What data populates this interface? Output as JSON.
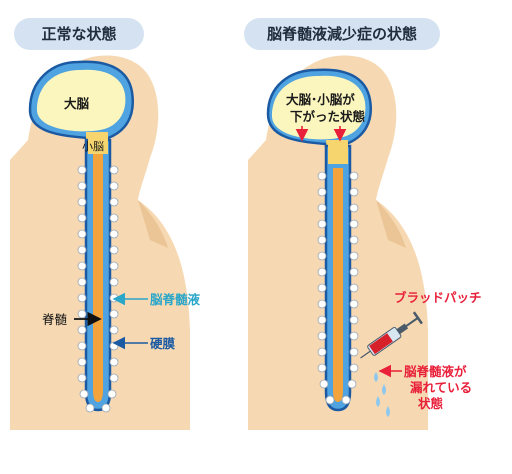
{
  "titles": {
    "left": "正常な状態",
    "right": "脳脊髄液減少症の状態"
  },
  "labels": {
    "cerebrum": "大脳",
    "cerebellum": "小脳",
    "spinal_cord": "脊髄",
    "csf": "脳脊髄液",
    "dura": "硬膜",
    "brain_sagged_line1": "大脳･小脳が",
    "brain_sagged_line2": "下がった状態",
    "blood_patch": "ブラッドパッチ",
    "csf_leak_line1": "脳脊髄液が",
    "csf_leak_line2": "漏れている",
    "csf_leak_line3": "状態"
  },
  "colors": {
    "skin": "#f6d9b3",
    "skin_shadow": "#ecc596",
    "brain_fill": "#fbf6be",
    "csf_blue": "#4ea3e0",
    "dura_outline": "#1b5aa3",
    "spinal_orange": "#f2a33c",
    "cerebellum_yellow": "#f6d56e",
    "title_bg": "#d5e2f1",
    "csf_label": "#2aa6c9",
    "dura_label": "#1b5aa3",
    "red_label": "#e8203a"
  }
}
